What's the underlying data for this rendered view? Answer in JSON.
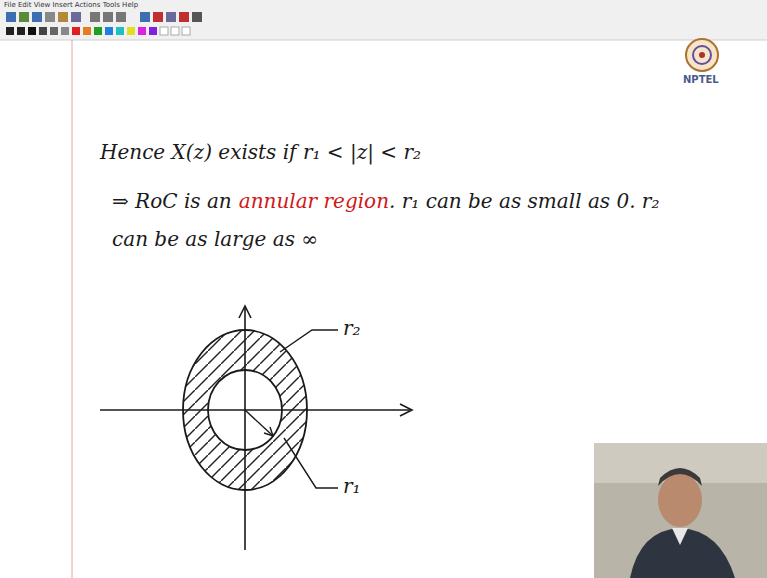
{
  "diagram": {
    "labels": [
      "File Edit View Insert Actions Tools Help",
      "Hence X(z) exists if r₁ < |z| < r₂",
      "⇒ RoC is an",
      "annular region",
      ". r₁ can be as small as 0. r₂ can be as large as ∞",
      "r₂",
      "r₁",
      "NPTEL"
    ]
  }
}
